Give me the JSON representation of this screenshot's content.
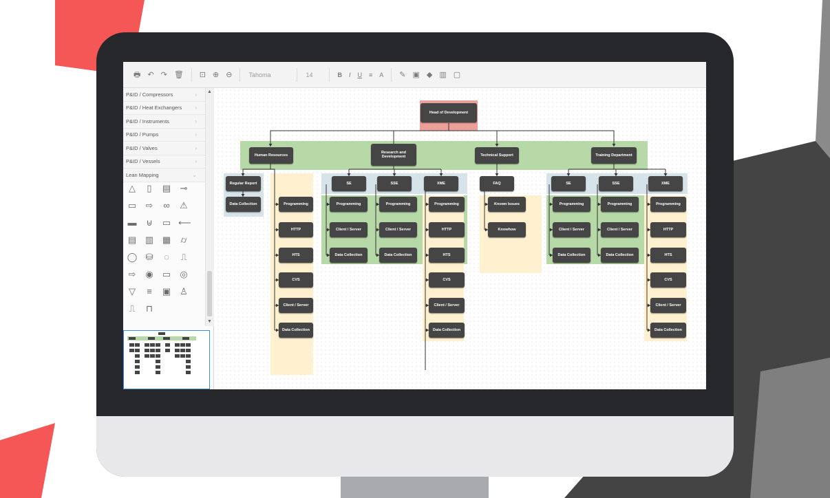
{
  "colors": {
    "red": "#f55656",
    "dark_gray": "#444444",
    "mid_gray": "#7f7f7f",
    "bezel": "#26282b",
    "chin": "#e8e8ea",
    "green_zone": "#b7d9a8",
    "blue_zone": "#d6e3e9",
    "yellow_zone": "#fff1cf",
    "head_zone": "#ea9f98",
    "node": "#454545"
  },
  "toolbar": {
    "icons": [
      {
        "name": "print-icon",
        "glyph": "🖶"
      },
      {
        "name": "undo-icon",
        "glyph": "↶"
      },
      {
        "name": "redo-icon",
        "glyph": "↷"
      },
      {
        "name": "delete-icon",
        "glyph": "🗑"
      },
      {
        "name": "fit-page-icon",
        "glyph": "⊡"
      },
      {
        "name": "zoom-in-icon",
        "glyph": "⊕"
      },
      {
        "name": "zoom-out-icon",
        "glyph": "⊖"
      }
    ],
    "font_family": "Tahoma",
    "font_size": "14",
    "format_icons": [
      {
        "name": "bold-icon",
        "glyph": "B"
      },
      {
        "name": "italic-icon",
        "glyph": "I"
      },
      {
        "name": "underline-icon",
        "glyph": "U"
      },
      {
        "name": "align-icon",
        "glyph": "≡"
      },
      {
        "name": "font-color-icon",
        "glyph": "A"
      }
    ],
    "style_icons": [
      {
        "name": "line-color-icon",
        "glyph": "✎"
      },
      {
        "name": "image-icon",
        "glyph": "▣"
      },
      {
        "name": "fill-color-icon",
        "glyph": "◆"
      },
      {
        "name": "gradient-icon",
        "glyph": "▥"
      },
      {
        "name": "shadow-icon",
        "glyph": "▢"
      }
    ]
  },
  "sidebar": {
    "categories": [
      {
        "label": "P&ID / Compressors",
        "chevron": "›"
      },
      {
        "label": "P&ID / Heat Exchangers",
        "chevron": "›"
      },
      {
        "label": "P&ID / Instruments",
        "chevron": "›"
      },
      {
        "label": "P&ID / Pumps",
        "chevron": "›"
      },
      {
        "label": "P&ID / Valves",
        "chevron": "›"
      },
      {
        "label": "P&ID / Vessels",
        "chevron": "›"
      },
      {
        "label": "Lean Mapping",
        "chevron": "⌄"
      }
    ],
    "shapes": [
      "△",
      "▯",
      "▤",
      "⊸",
      "▭",
      "⇨",
      "∞",
      "⚠",
      "▬",
      "⊎",
      "▭",
      "⟵",
      "▤",
      "▥",
      "▦",
      "⌭",
      "◯",
      "⛁",
      "◌",
      "⎍",
      "⇨",
      "◉",
      "▭",
      "◎",
      "▽",
      "≡",
      "▣",
      "♙",
      "⎍",
      "⊓"
    ]
  },
  "org_chart": {
    "head": "Head of Development",
    "departments": [
      "Human Resources",
      "Research and Development",
      "Technical Support",
      "Training Department"
    ],
    "hr_col1": [
      "Regular Report",
      "Data Collection"
    ],
    "hr_col2": [
      "Programming",
      "HTTP",
      "HTS",
      "CVS",
      "Client / Server",
      "Data Collection"
    ],
    "rd_headers": [
      "SE",
      "SSE",
      "XME"
    ],
    "rd_se": [
      "Programming",
      "Client / Server",
      "Data Collection"
    ],
    "rd_sse": [
      "Programming",
      "Client / Server",
      "Data Collection"
    ],
    "rd_xme": [
      "Programming",
      "HTTP",
      "HTS",
      "CVS",
      "Client / Server",
      "Data Collection"
    ],
    "ts_header": "FAQ",
    "ts_items": [
      "Known Issues",
      "Knowhow"
    ],
    "td_headers": [
      "SE",
      "SSE",
      "XME"
    ],
    "td_se": [
      "Programming",
      "Client / Server",
      "Data Collection"
    ],
    "td_sse": [
      "Programming",
      "Client / Server",
      "Data Collection"
    ],
    "td_xme": [
      "Programming",
      "HTTP",
      "HTS",
      "CVS",
      "Client / Server",
      "Data Collection"
    ]
  }
}
